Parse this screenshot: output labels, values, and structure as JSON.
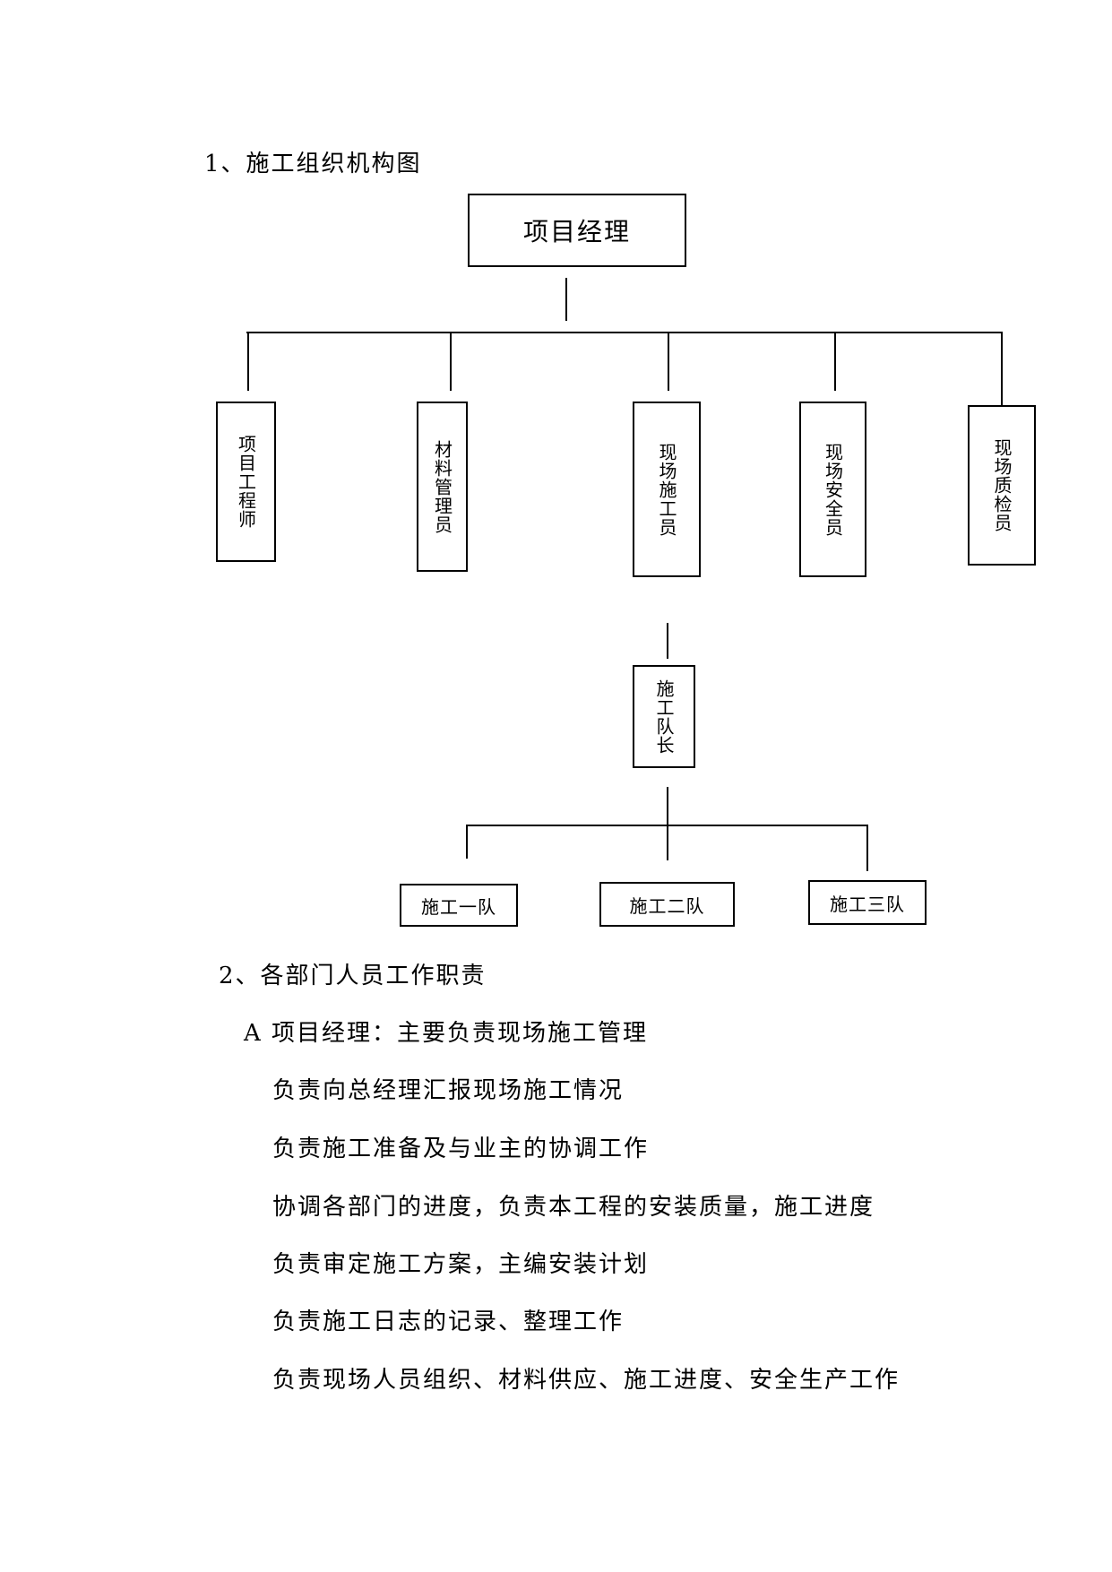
{
  "section1_title": "1、施工组织机构图",
  "org_chart": {
    "top": "项目经理",
    "departments": [
      "项目工程师",
      "材料管理员",
      "现场施工员",
      "现场安全员",
      "现场质检员"
    ],
    "team_leader": "施工队长",
    "teams": [
      "施工一队",
      "施工二队",
      "施工三队"
    ]
  },
  "section2_title": "2、各部门人员工作职责",
  "manager_heading": "A 项目经理：主要负责现场施工管理",
  "manager_duties": [
    "负责向总经理汇报现场施工情况",
    "负责施工准备及与业主的协调工作",
    "协调各部门的进度，负责本工程的安装质量，施工进度",
    "负责审定施工方案，主编安装计划",
    "负责施工日志的记录、整理工作",
    "负责现场人员组织、材料供应、施工进度、安全生产工作"
  ]
}
